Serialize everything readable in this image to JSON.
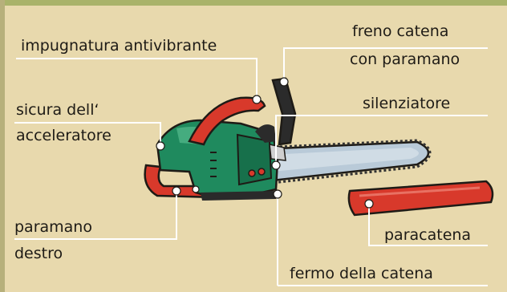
{
  "labels": {
    "anti_vibration_handle": "impugnatura antivibrante",
    "chain_brake_line1": "freno catena",
    "chain_brake_line2": "con paramano",
    "throttle_lock_line1": "sicura dell‘",
    "throttle_lock_line2": "acceleratore",
    "muffler": "silenziatore",
    "right_handguard_line1": "paramano",
    "right_handguard_line2": "destro",
    "chain_cover": "paracatena",
    "chain_catcher": "fermo della catena"
  },
  "colors": {
    "background": "#e8d9ad",
    "body_green": "#1f8a5e",
    "handle_red": "#d8392b",
    "bar_steel": "#b9cad8",
    "leader_line": "#ffffff"
  }
}
